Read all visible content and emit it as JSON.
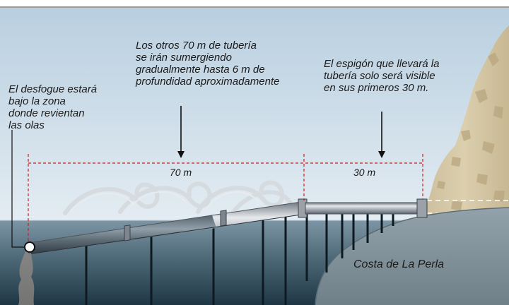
{
  "annotations": {
    "outfall": "El desfogue estará\nbajo la zona\ndonde revientan\nlas olas",
    "submerged": "Los otros 70 m de tubería\nse irán sumergiendo\ngradualmente hasta 6 m de\nprofundidad aproximadamente",
    "breakwater": "El espigón que llevará la\ntubería solo será visible\nen sus primeros 30 m."
  },
  "dimensions": {
    "submerged_length": "70 m",
    "visible_length": "30 m"
  },
  "place_label": "Costa de La Perla",
  "colors": {
    "sky_top": "#b9cfe0",
    "sky_bottom": "#e3ecf2",
    "sea_top": "#7d96a5",
    "sea_bottom": "#1f3745",
    "cliff": "#d9cba9",
    "cliff_shadow": "#b8a67f",
    "seabed": "#8a9aa3",
    "pipe": "#a6adb6",
    "dimension_line": "#cc1f1f",
    "waves": "#d9dee2"
  },
  "icons": [
    "pipe-outlet-icon",
    "arrow-down-icon"
  ]
}
